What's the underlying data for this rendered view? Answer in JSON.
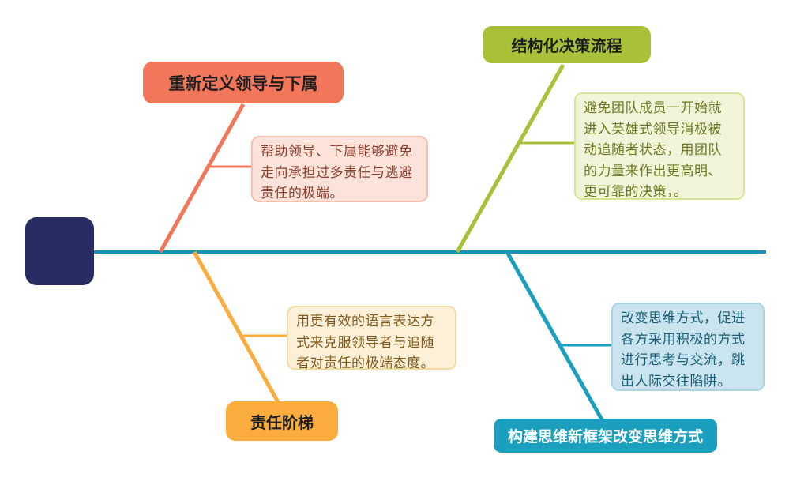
{
  "diagram_type": "fishbone",
  "head": {
    "color": "#272D62"
  },
  "spine": {
    "color": "#1791B5"
  },
  "branches": [
    {
      "position": "top-left",
      "label": "重新定义领导与下属",
      "color": "#F2775A",
      "label_text_color": "#1E1E1E",
      "note": "帮助领导、下属能够避免走向承担过多责任与逃避责任的极端。",
      "note_bg": "#FBE3DA",
      "note_border": "#F4C0AF",
      "note_text_color": "#8F4132"
    },
    {
      "position": "top-right",
      "label": "结构化决策流程",
      "color": "#A9C138",
      "label_text_color": "#1E1E1E",
      "note": "避免团队成员一开始就进入英雄式领导消极被动追随者状态，用团队的力量来作出更高明、更可靠的决策，。",
      "note_bg": "#F1F4D8",
      "note_border": "#D9E398",
      "note_text_color": "#6B7A23"
    },
    {
      "position": "bottom-left",
      "label": "责任阶梯",
      "color": "#FAAD3D",
      "label_text_color": "#1E1E1E",
      "note": "用更有效的语言表达方式来克服领导者与追随者对责任的极端态度。",
      "note_bg": "#FCF0D8",
      "note_border": "#F4DBA4",
      "note_text_color": "#82591B"
    },
    {
      "position": "bottom-right",
      "label": "构建思维新框架改变思维方式",
      "color": "#1A9FBF",
      "label_text_color": "#FFFFFF",
      "note": "改变思维方式，促进各方采用积极的方式进行思考与交流，跳出人际交往陷阱。",
      "note_bg": "#C9E4EF",
      "note_border": "#A9D4E4",
      "note_text_color": "#195E74"
    }
  ]
}
